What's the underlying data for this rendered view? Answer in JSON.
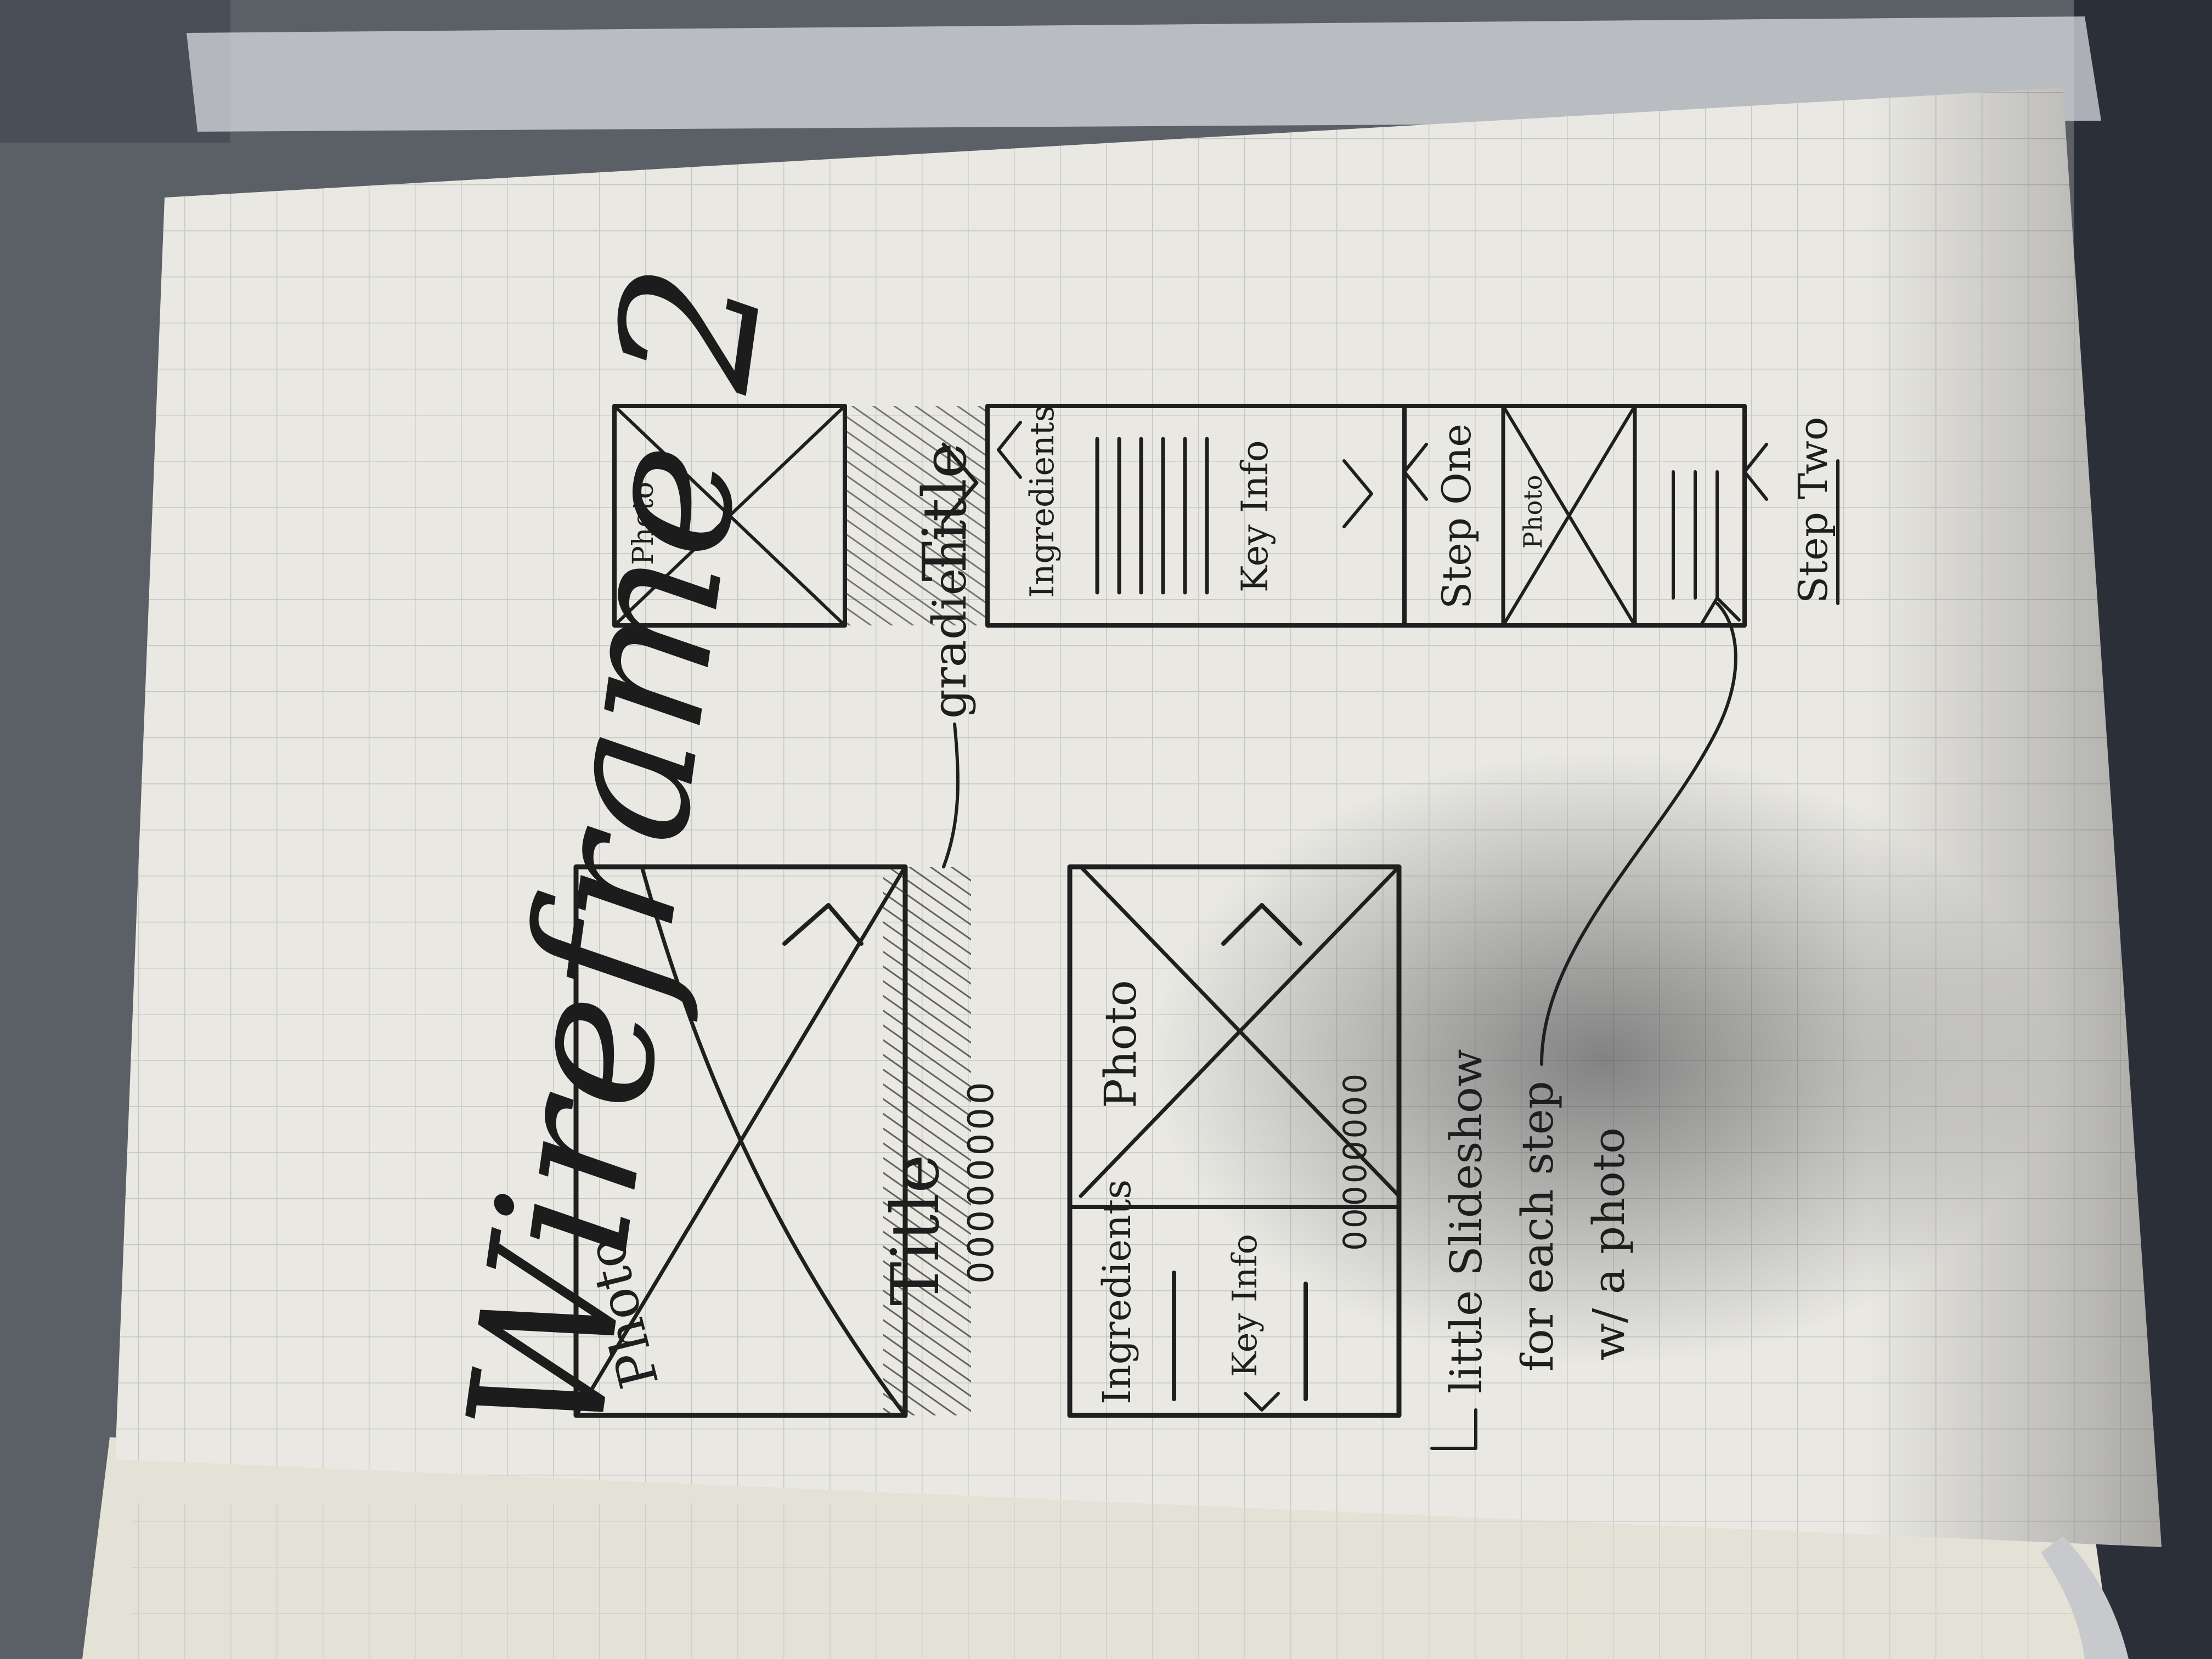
{
  "colors": {
    "desk": "#5d6168",
    "page": "#e9e8e3",
    "left_page": "#e6e3d8",
    "grid": "#c9cac6",
    "ink": "#1f1f1f",
    "shadow": "#3b3c40"
  },
  "sketch_a": {
    "photo_label": "Photo",
    "title_label": "Title",
    "rating_dots": "00000000",
    "gradient_note": "gradient",
    "photo_label_2": "Photo",
    "ingredients_label": "Ingredients",
    "key_info_label": "Key Info",
    "pager_dots": "00000000",
    "note_line_1": "little Slideshow",
    "note_line_2": "for each step",
    "note_line_3": "w/ a photo"
  },
  "sketch_b": {
    "photo_label": "Photo",
    "title_label": "Title",
    "ingredients_label": "Ingredients",
    "key_info_label": "Key Info",
    "step_one_label": "Step One",
    "step_photo_label": "Photo",
    "step_two_label": "Step Two"
  },
  "page_heading": "Wireframe 2"
}
